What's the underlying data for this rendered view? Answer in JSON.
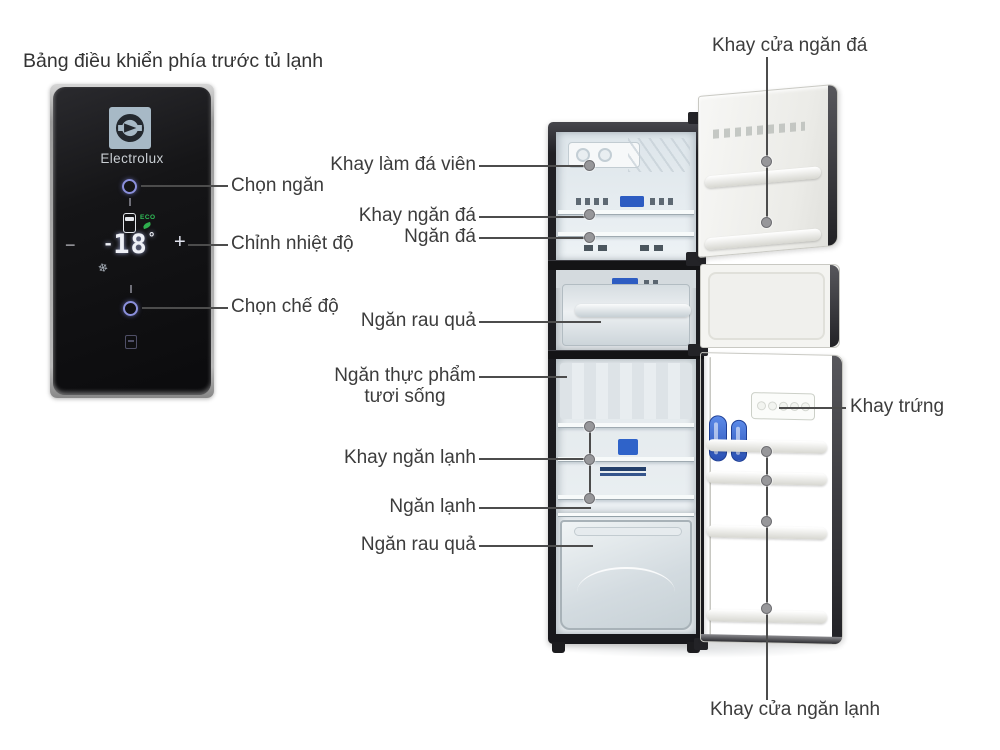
{
  "title": "Bảng điều khiển phía trước tủ lạnh",
  "control_panel": {
    "brand": "Electrolux",
    "display": {
      "sign": "-",
      "digits": "18",
      "degree": "°",
      "eco": "ECO",
      "minus": "−",
      "plus": "+"
    },
    "callouts": {
      "select_compartment": "Chọn ngăn",
      "adjust_temperature": "Chỉnh nhiệt độ",
      "select_mode": "Chọn chế độ"
    }
  },
  "fridge": {
    "callouts": {
      "freezer_door_tray": "Khay cửa ngăn đá",
      "ice_maker_tray": "Khay làm đá viên",
      "freezer_tray": "Khay ngăn đá",
      "freezer_compartment": "Ngăn đá",
      "upper_veg_box": "Ngăn rau quả",
      "fresh_food_compartment": "Ngăn thực phẩm tươi sống",
      "chiller_tray": "Khay ngăn lạnh",
      "chiller_compartment": "Ngăn lạnh",
      "lower_veg_box": "Ngăn rau quả",
      "egg_tray": "Khay trứng",
      "fridge_door_tray": "Khay cửa ngăn lạnh"
    }
  },
  "icons": {
    "snowflake": "❄"
  },
  "colors": {
    "callout_line": "#4c4c4c",
    "callout_dot": "#97979a",
    "label_text": "#3c3c3c",
    "panel_background": "#121214",
    "eco_green": "#2fb457",
    "display_white": "#eef0f6",
    "accent_blue": "#2d5cc2",
    "cabinet_frame": "#202024",
    "door_face": "#f2f2ef"
  }
}
